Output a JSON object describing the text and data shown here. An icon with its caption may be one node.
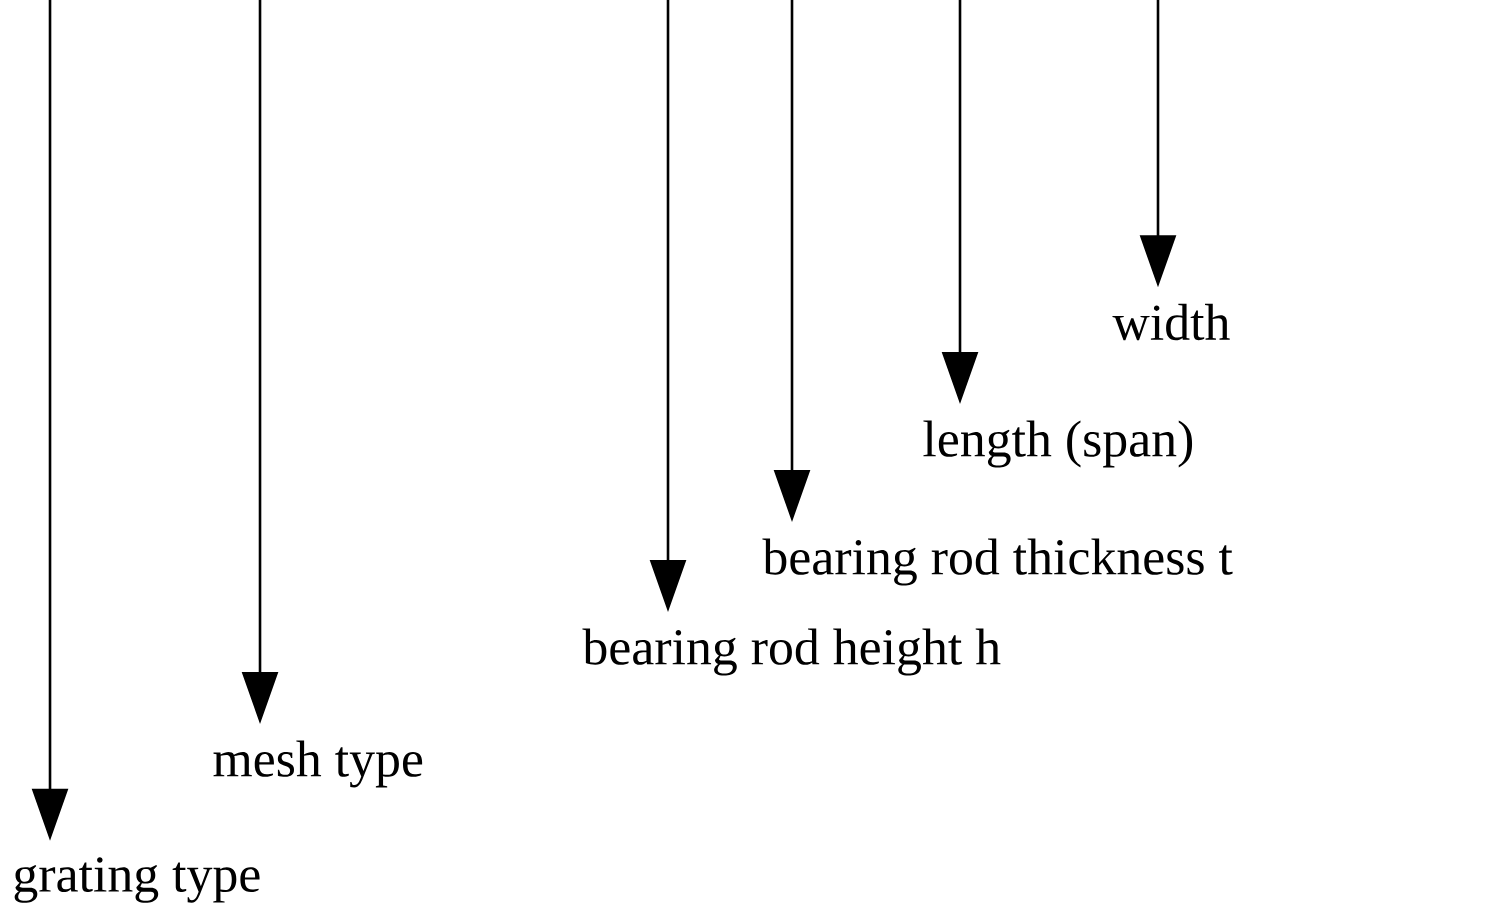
{
  "diagram": {
    "nodes": [
      {
        "text": [
          "grating type"
        ]
      },
      {
        "text": [
          "mesh type"
        ]
      },
      {
        "text": [
          "bearing rod height h"
        ]
      },
      {
        "text": [
          "bearing rod thickness t"
        ]
      },
      {
        "text": [
          "length (span)"
        ]
      },
      {
        "text": [
          "width"
        ]
      }
    ],
    "edges": [
      {
        "from": null,
        "to": 0,
        "arrow": "to"
      },
      {
        "from": null,
        "to": 1,
        "arrow": "to"
      },
      {
        "from": null,
        "to": 2,
        "arrow": "to"
      },
      {
        "from": null,
        "to": 3,
        "arrow": "to"
      },
      {
        "from": null,
        "to": 4,
        "arrow": "to"
      },
      {
        "from": null,
        "to": 5,
        "arrow": "to"
      }
    ]
  }
}
